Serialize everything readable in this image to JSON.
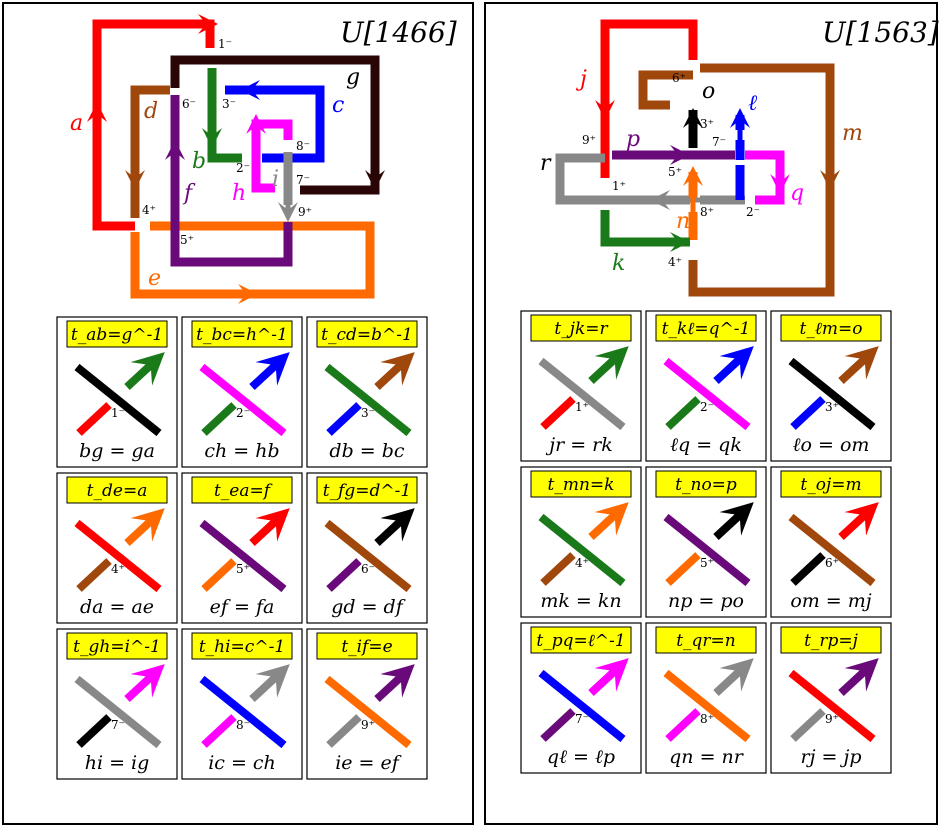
{
  "colors": {
    "red": "#ff0000",
    "green": "#1a7a1a",
    "blue": "#0000ff",
    "brown": "#a0480c",
    "purple": "#6a0a7a",
    "magenta": "#ff00ff",
    "gray": "#888888",
    "black": "#000000",
    "orange": "#ff6a00",
    "dark": "#2a0505",
    "yellow": "#ffff00"
  },
  "left": {
    "title": "U[1466]",
    "arc_labels": [
      "a",
      "b",
      "c",
      "d",
      "e",
      "f",
      "g",
      "h",
      "i"
    ],
    "crossings": [
      "1⁻",
      "2⁻",
      "3⁻",
      "4⁺",
      "5⁺",
      "6⁻",
      "7⁻",
      "8⁻",
      "9⁺"
    ],
    "tiles": [
      {
        "title": "t_ab=g^-1",
        "eq": "bg = ga",
        "crossing": "1⁻"
      },
      {
        "title": "t_bc=h^-1",
        "eq": "ch = hb",
        "crossing": "2⁻"
      },
      {
        "title": "t_cd=b^-1",
        "eq": "db = bc",
        "crossing": "3⁻"
      },
      {
        "title": "t_de=a",
        "eq": "da = ae",
        "crossing": "4⁺"
      },
      {
        "title": "t_ea=f",
        "eq": "ef = fa",
        "crossing": "5⁺"
      },
      {
        "title": "t_fg=d^-1",
        "eq": "gd = df",
        "crossing": "6⁻"
      },
      {
        "title": "t_gh=i^-1",
        "eq": "hi = ig",
        "crossing": "7⁻"
      },
      {
        "title": "t_hi=c^-1",
        "eq": "ic = ch",
        "crossing": "8⁻"
      },
      {
        "title": "t_if=e",
        "eq": "ie = ef",
        "crossing": "9⁺"
      }
    ]
  },
  "right": {
    "title": "U[1563]",
    "arc_labels": [
      "j",
      "k",
      "ℓ",
      "m",
      "n",
      "o",
      "p",
      "q",
      "r"
    ],
    "crossings": [
      "1⁺",
      "2⁻",
      "3⁺",
      "4⁺",
      "5⁺",
      "6⁺",
      "7⁻",
      "8⁺",
      "9⁺"
    ],
    "tiles": [
      {
        "title": "t_jk=r",
        "eq": "jr = rk",
        "crossing": "1⁺"
      },
      {
        "title": "t_kℓ=q^-1",
        "eq": "ℓq = qk",
        "crossing": "2⁻"
      },
      {
        "title": "t_ℓm=o",
        "eq": "ℓo = om",
        "crossing": "3⁺"
      },
      {
        "title": "t_mn=k",
        "eq": "mk = kn",
        "crossing": "4⁺"
      },
      {
        "title": "t_no=p",
        "eq": "np = po",
        "crossing": "5⁺"
      },
      {
        "title": "t_oj=m",
        "eq": "om = mj",
        "crossing": "6⁺"
      },
      {
        "title": "t_pq=ℓ^-1",
        "eq": "qℓ = ℓp",
        "crossing": "7⁻"
      },
      {
        "title": "t_qr=n",
        "eq": "qn = nr",
        "crossing": "8⁺"
      },
      {
        "title": "t_rp=j",
        "eq": "rj = jp",
        "crossing": "9⁺"
      }
    ]
  }
}
